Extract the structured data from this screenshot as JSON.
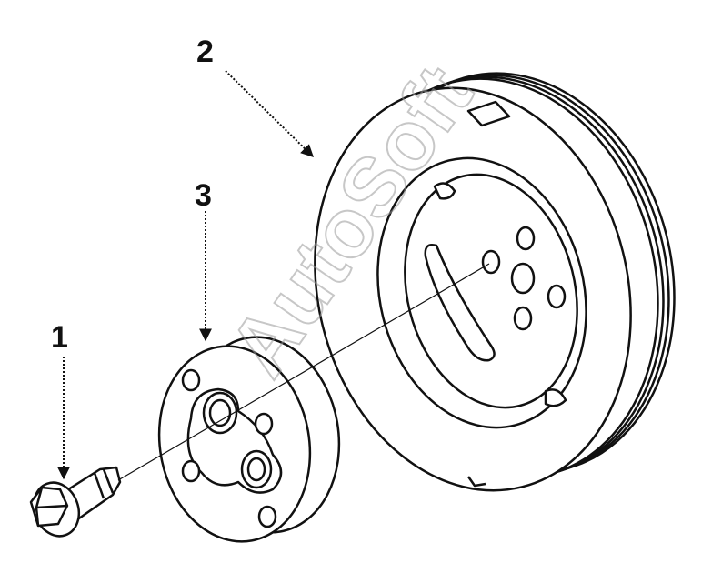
{
  "diagram": {
    "callouts": [
      {
        "id": "1",
        "label": "1"
      },
      {
        "id": "2",
        "label": "2"
      },
      {
        "id": "3",
        "label": "3"
      }
    ],
    "watermark": "AutoSoft",
    "colors": {
      "line": "#111111",
      "fill": "#ffffff",
      "watermark": "#9a9a9a"
    }
  }
}
